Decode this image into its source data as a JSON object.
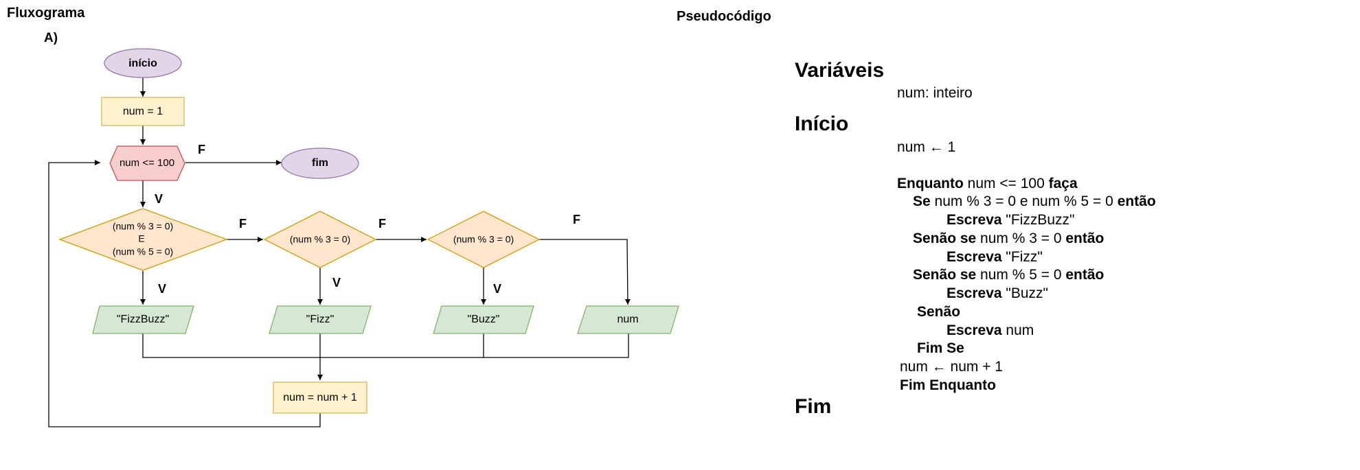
{
  "headers": {
    "flow_title": "Fluxograma",
    "flow_subtitle": "A)",
    "pseudo_title": "Pseudocódigo"
  },
  "flowchart": {
    "start": "início",
    "init": "num = 1",
    "loop_condition": "num <= 100",
    "end": "fim",
    "cond_fizzbuzz": [
      "(num % 3 = 0)",
      "E",
      "(num % 5 = 0)"
    ],
    "cond_fizz": "(num % 3 = 0)",
    "cond_buzz": "(num % 3 = 0)",
    "out_fizzbuzz": "\"FizzBuzz\"",
    "out_fizz": "\"Fizz\"",
    "out_buzz": "\"Buzz\"",
    "out_num": "num",
    "increment": "num = num + 1",
    "label_true": "V",
    "label_false": "F",
    "colors": {
      "terminal_fill": "#e1d5e7",
      "terminal_stroke": "#9673a6",
      "process_fill": "#fff2cc",
      "process_stroke": "#d6b656",
      "loop_fill": "#f8cecc",
      "loop_stroke": "#b85450",
      "decision_fill": "#ffe6cc",
      "decision_stroke": "#d79b00",
      "io_fill": "#d5e8d4",
      "io_stroke": "#82b366"
    }
  },
  "pseudocode": {
    "vars_heading": "Variáveis",
    "var_decl": "num: inteiro",
    "begin_heading": "Início",
    "assign": "num ← 1",
    "while_kw": "Enquanto",
    "while_cond": " num <= 100 ",
    "do_kw": "faça",
    "if_kw": "Se",
    "if_cond": " num % 3 = 0 e num % 5 = 0 ",
    "then_kw": "então",
    "write_kw": "Escreva",
    "write_fizzbuzz": " \"FizzBuzz\"",
    "elseif_kw": "Senão se",
    "elseif1_cond": " num % 3 = 0 ",
    "write_fizz": " \"Fizz\"",
    "elseif2_cond": " num % 5 = 0 ",
    "write_buzz": " \"Buzz\"",
    "else_kw": "Senão",
    "write_num": " num",
    "endif_kw": "Fim Se",
    "increment": "num ← num + 1",
    "endwhile_kw": "Fim Enquanto",
    "end_heading": "Fim"
  }
}
